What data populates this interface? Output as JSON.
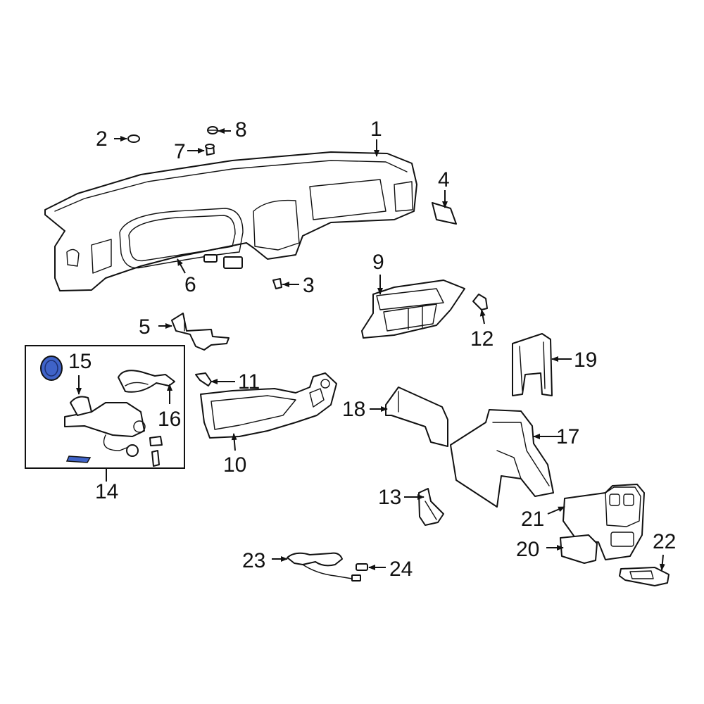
{
  "highlight_color": "#3f63c8",
  "callouts": {
    "c1": "1",
    "c2": "2",
    "c3": "3",
    "c4": "4",
    "c5": "5",
    "c6": "6",
    "c7": "7",
    "c8": "8",
    "c9": "9",
    "c10": "10",
    "c11": "11",
    "c12": "12",
    "c13": "13",
    "c14": "14",
    "c15": "15",
    "c16": "16",
    "c17": "17",
    "c18": "18",
    "c19": "19",
    "c20": "20",
    "c21": "21",
    "c22": "22",
    "c23": "23",
    "c24": "24"
  }
}
